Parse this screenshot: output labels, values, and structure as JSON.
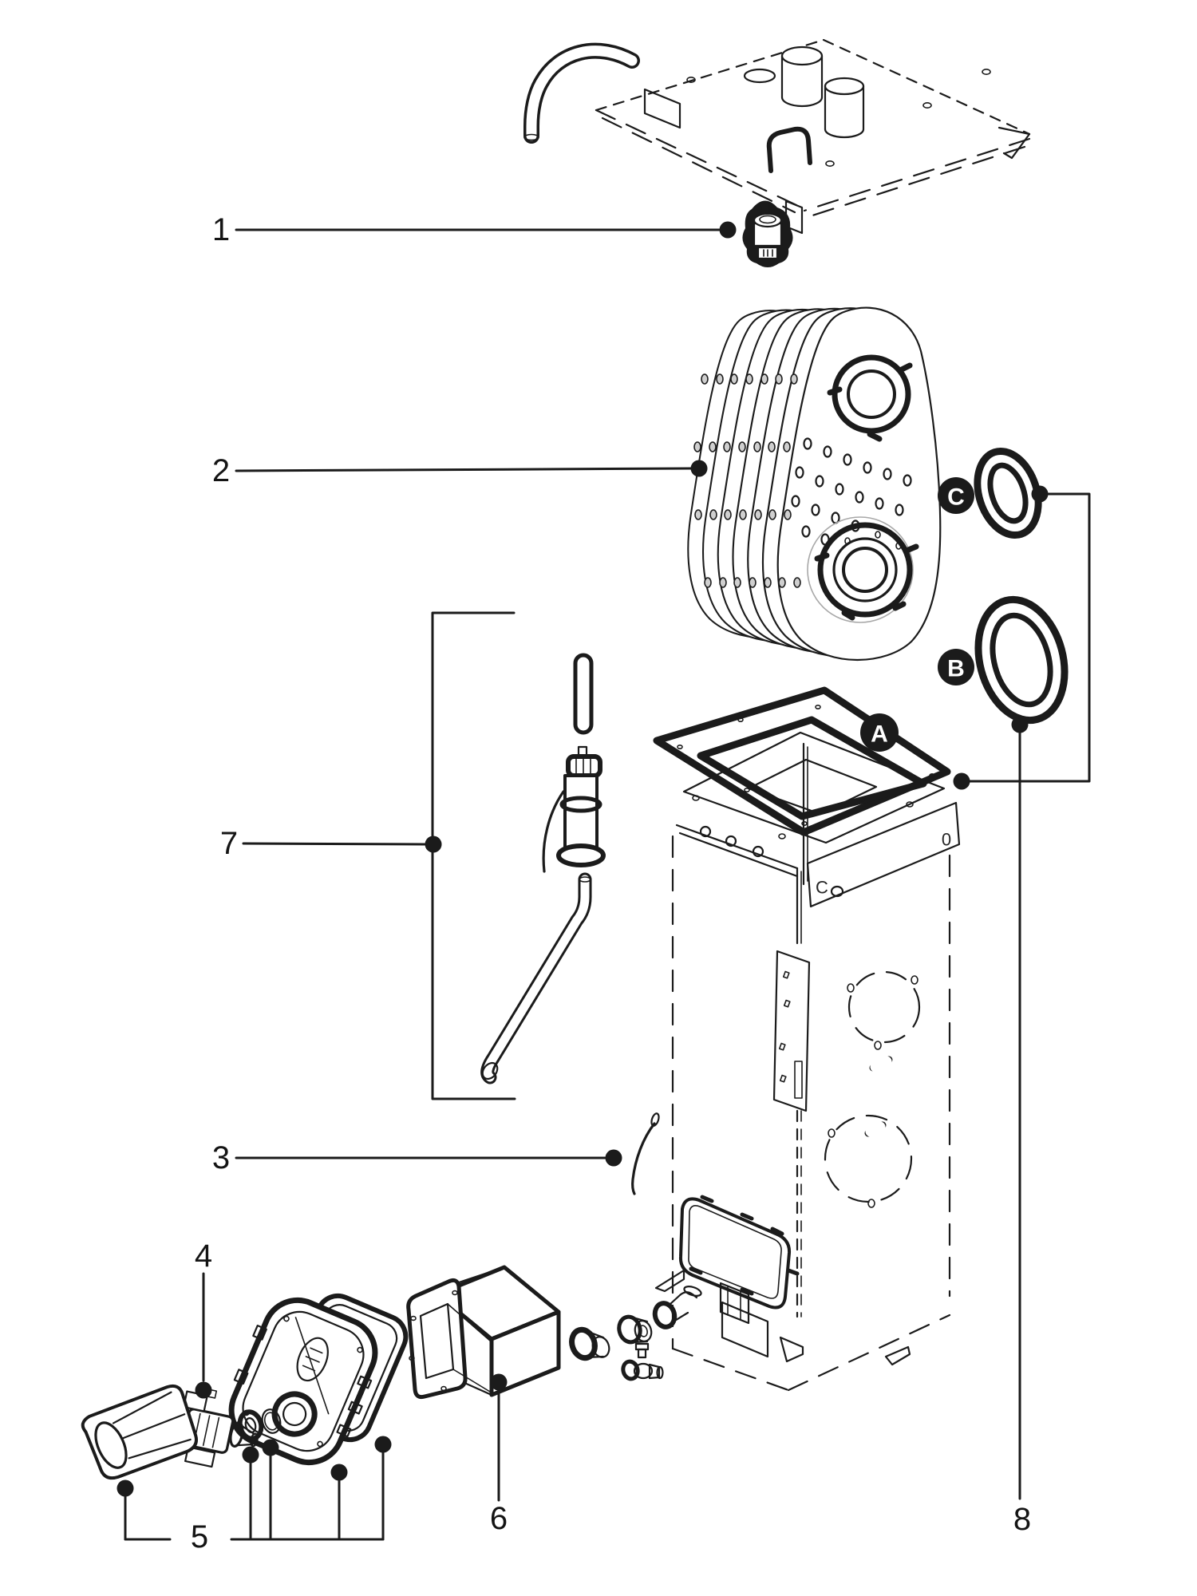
{
  "colors": {
    "line": "#1b1b1b",
    "background": "#ffffff",
    "callout_dot": "#1b1b1b",
    "badge_fill": "#1b1b1b",
    "badge_text": "#ffffff"
  },
  "callouts": [
    {
      "label": "1",
      "part": "sensor-unit"
    },
    {
      "label": "2",
      "part": "heat-exchanger-block"
    },
    {
      "label": "3",
      "part": "retaining-clip-wire"
    },
    {
      "label": "4",
      "part": "gas-valve-unit"
    },
    {
      "label": "5",
      "part": "burner-door-small-parts"
    },
    {
      "label": "6",
      "part": "air-duct-box"
    },
    {
      "label": "7",
      "part": "electrode-with-pipes"
    },
    {
      "label": "8",
      "part": "gasket-set"
    }
  ],
  "badges": [
    {
      "label": "A",
      "part": "square-frame-gasket"
    },
    {
      "label": "B",
      "part": "large-o-ring"
    },
    {
      "label": "C",
      "part": "small-o-ring"
    }
  ],
  "body_markings": [
    {
      "label": "C"
    },
    {
      "label": "0"
    }
  ]
}
